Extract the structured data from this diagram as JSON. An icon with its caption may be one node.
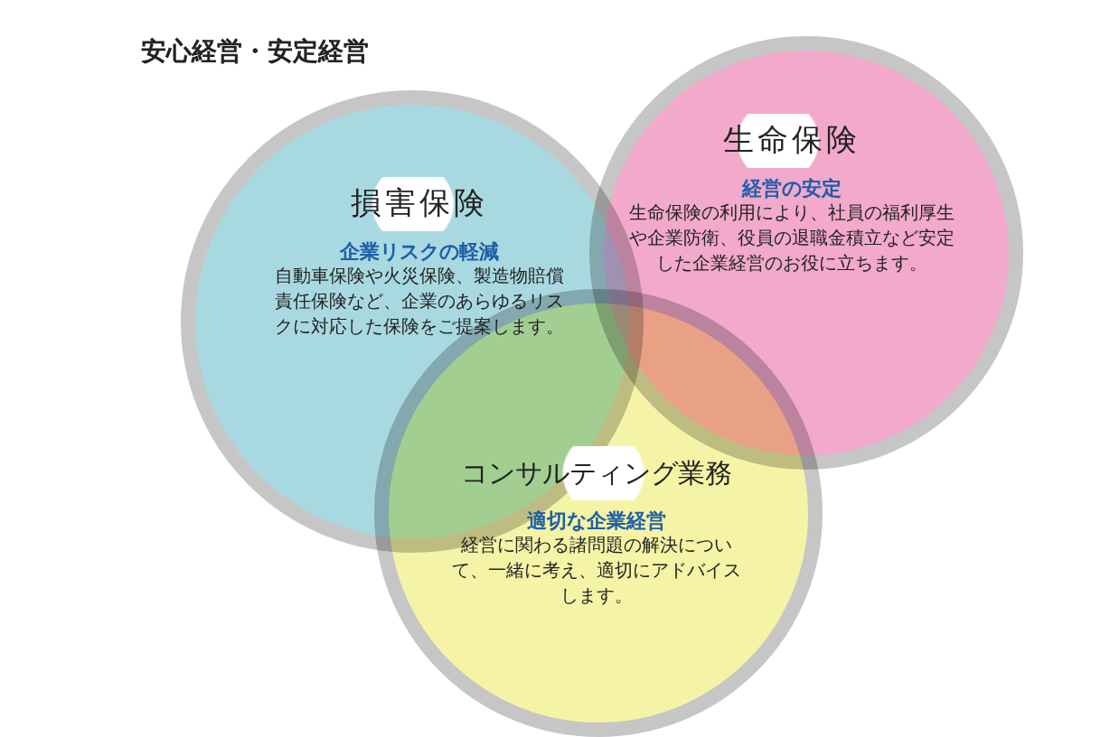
{
  "diagram": {
    "title": "安心経営・安定経営",
    "nodes": [
      {
        "text": [
          "損害保険",
          "企業リスクの軽減",
          "自動車保険や火災保険、製造物賠償責任保険など、企業のあらゆるリスクに対応した保険をご提案します。"
        ]
      },
      {
        "text": [
          "生命保険",
          "経営の安定",
          "生命保険の利用により、社員の福利厚生や企業防衛、役員の退職金積立など安定した企業経営のお役に立ちます。"
        ]
      },
      {
        "text": [
          "コンサルティング業務",
          "適切な企業経営",
          "経営に関わる諸問題の解決について、一緒に考え、適切にアドバイスします。"
        ]
      }
    ]
  }
}
